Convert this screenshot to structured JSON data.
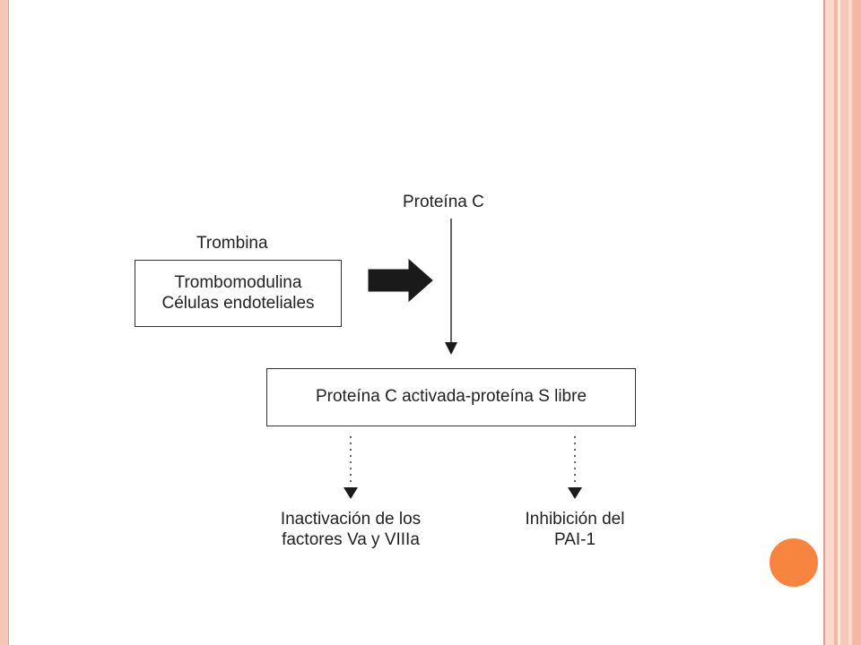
{
  "nodes": {
    "trombina": "Trombina",
    "trombomodulina": [
      "Trombomodulina",
      "Células endoteliales"
    ],
    "proteina_c": "Proteína C",
    "activated": "Proteína C activada-proteína S libre",
    "inactivacion": [
      "Inactivación de los",
      "factores Va y VIIIa"
    ],
    "inhibicion": [
      "Inhibición del",
      "PAI-1"
    ]
  },
  "colors": {
    "border_pink": "#f6c6b6",
    "accent_orange": "#f7843f",
    "ink": "#222222"
  }
}
